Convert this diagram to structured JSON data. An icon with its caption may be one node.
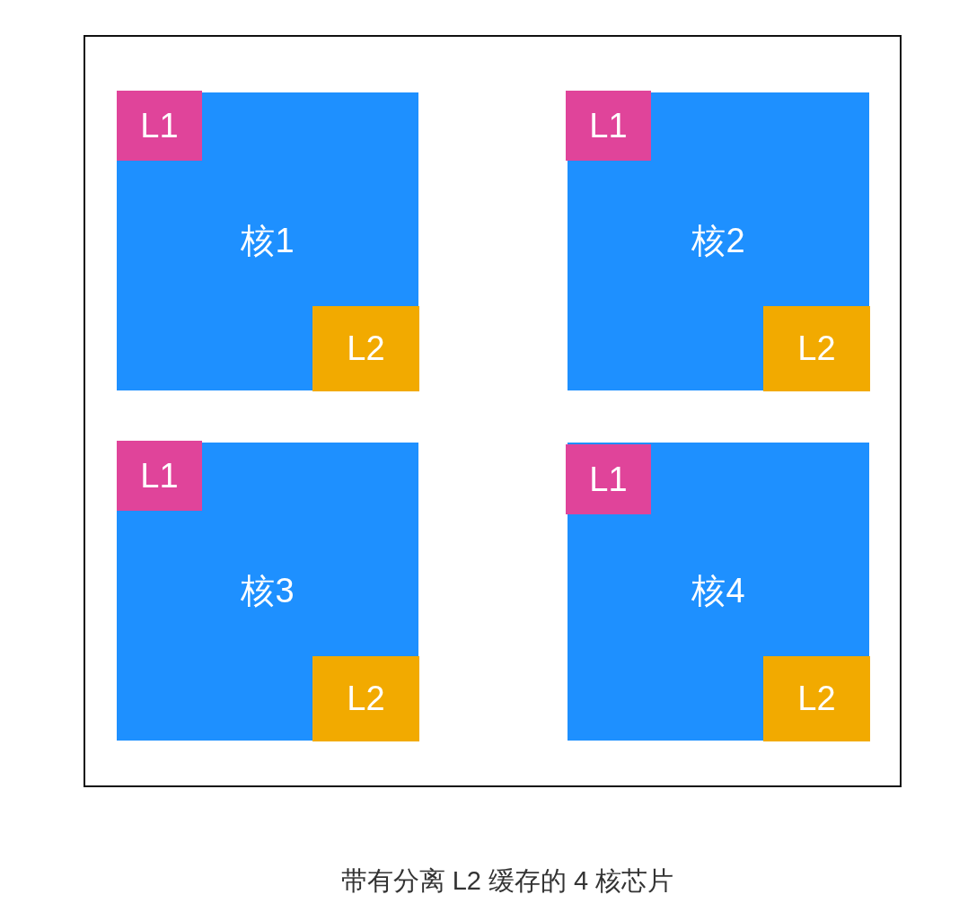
{
  "diagram": {
    "caption": "带有分离 L2 缓存的 4 核芯片",
    "nodes": [
      {
        "text": [],
        "shape": "box"
      },
      {
        "text": [
          "核1"
        ],
        "in": 0
      },
      {
        "text": [
          "L1"
        ],
        "in": 1
      },
      {
        "text": [
          "L2"
        ],
        "in": 1
      },
      {
        "text": [
          "核2"
        ],
        "in": 0
      },
      {
        "text": [
          "L1"
        ],
        "in": 4
      },
      {
        "text": [
          "L2"
        ],
        "in": 4
      },
      {
        "text": [
          "核3"
        ],
        "in": 0
      },
      {
        "text": [
          "L1"
        ],
        "in": 7
      },
      {
        "text": [
          "L2"
        ],
        "in": 7
      },
      {
        "text": [
          "核4"
        ],
        "in": 0
      },
      {
        "text": [
          "L1"
        ],
        "in": 10
      },
      {
        "text": [
          "L2"
        ],
        "in": 10
      }
    ]
  }
}
